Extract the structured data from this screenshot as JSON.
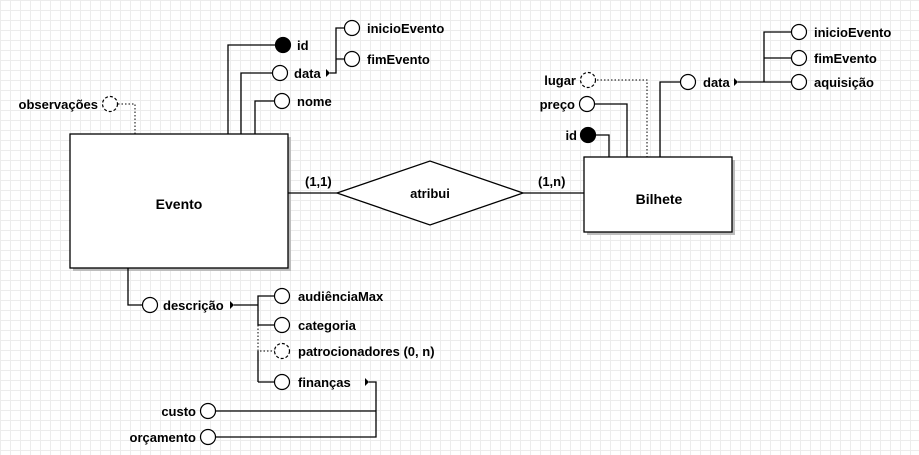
{
  "entities": {
    "evento": "Evento",
    "bilhete": "Bilhete"
  },
  "relationship": {
    "name": "atribui",
    "card_left": "(1,1)",
    "card_right": "(1,n)"
  },
  "evento_attrs": {
    "id": "id",
    "data": "data",
    "nome": "nome",
    "observacoes": "observações",
    "inicio": "inicioEvento",
    "fim": "fimEvento",
    "descricao": "descrição",
    "audiencia": "audiênciaMax",
    "categoria": "categoria",
    "patrocinadores": "patrocionadores (0, n)",
    "financas": "finanças",
    "custo": "custo",
    "orcamento": "orçamento"
  },
  "bilhete_attrs": {
    "lugar": "lugar",
    "preco": "preço",
    "id": "id",
    "data": "data",
    "inicio": "inicioEvento",
    "fim": "fimEvento",
    "aquisicao": "aquisição"
  }
}
